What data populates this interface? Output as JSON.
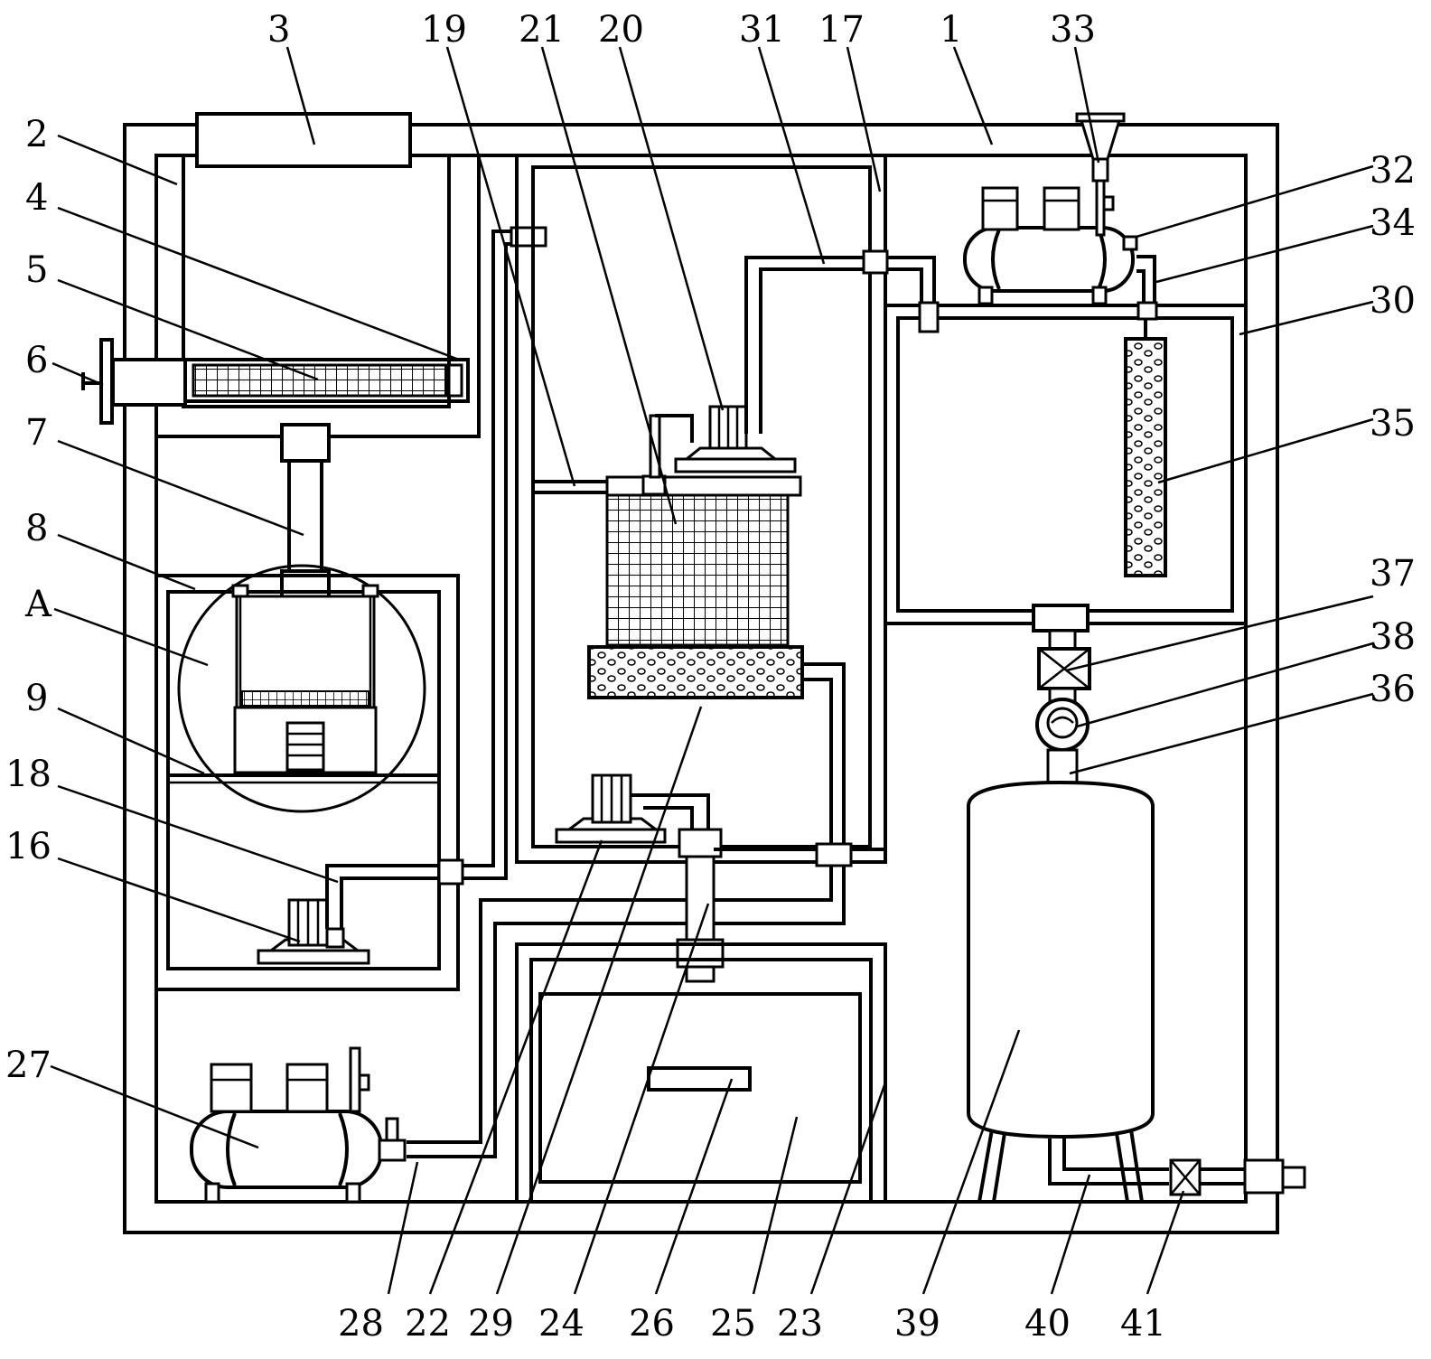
{
  "labels": {
    "top": [
      "3",
      "19",
      "21",
      "20",
      "31",
      "17",
      "1",
      "33"
    ],
    "left": [
      "2",
      "4",
      "5",
      "6",
      "7",
      "8",
      "A",
      "9",
      "18",
      "16",
      "27"
    ],
    "right": [
      "32",
      "34",
      "30",
      "35",
      "37",
      "38",
      "36"
    ],
    "bottom": [
      "28",
      "22",
      "29",
      "24",
      "26",
      "25",
      "23",
      "39",
      "40",
      "41"
    ]
  },
  "colors": {
    "line": "#000000",
    "background": "#ffffff"
  }
}
